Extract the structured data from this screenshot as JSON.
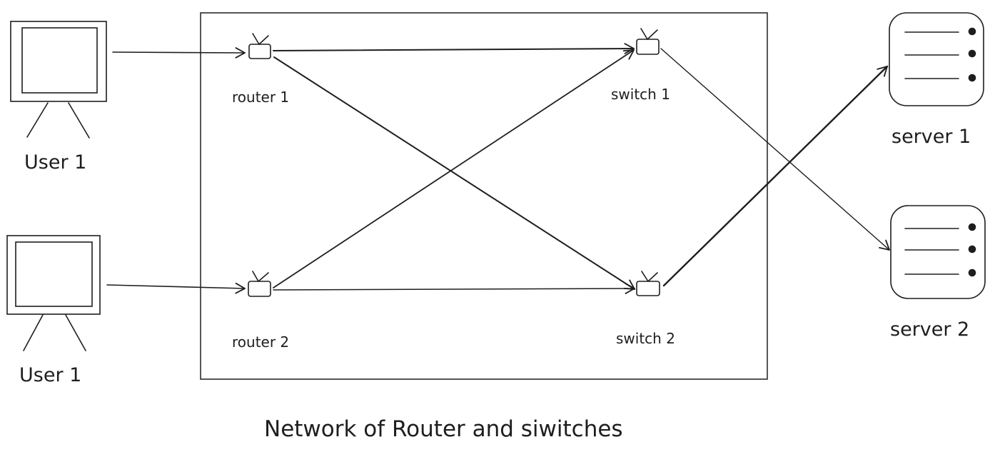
{
  "diagram": {
    "caption": "Network of Router and siwitches",
    "users": [
      {
        "id": "user-top",
        "label": "User 1"
      },
      {
        "id": "user-bottom",
        "label": "User 1"
      }
    ],
    "routers": [
      {
        "id": "router-1",
        "label": "router 1"
      },
      {
        "id": "router-2",
        "label": "router 2"
      }
    ],
    "switches": [
      {
        "id": "switch-1",
        "label": "switch 1"
      },
      {
        "id": "switch-2",
        "label": "switch 2"
      }
    ],
    "servers": [
      {
        "id": "server-1",
        "label": "server 1"
      },
      {
        "id": "server-2",
        "label": "server 2"
      }
    ],
    "connections": [
      {
        "from": "user-top",
        "to": "router-1"
      },
      {
        "from": "user-bottom",
        "to": "router-2"
      },
      {
        "from": "router-1",
        "to": "switch-1"
      },
      {
        "from": "router-1",
        "to": "switch-2"
      },
      {
        "from": "router-2",
        "to": "switch-1"
      },
      {
        "from": "router-2",
        "to": "switch-2"
      },
      {
        "from": "switch-1",
        "to": "server-2"
      },
      {
        "from": "switch-2",
        "to": "server-1"
      }
    ],
    "colors": {
      "stroke": "#1e1e1e",
      "background": "#ffffff"
    }
  }
}
